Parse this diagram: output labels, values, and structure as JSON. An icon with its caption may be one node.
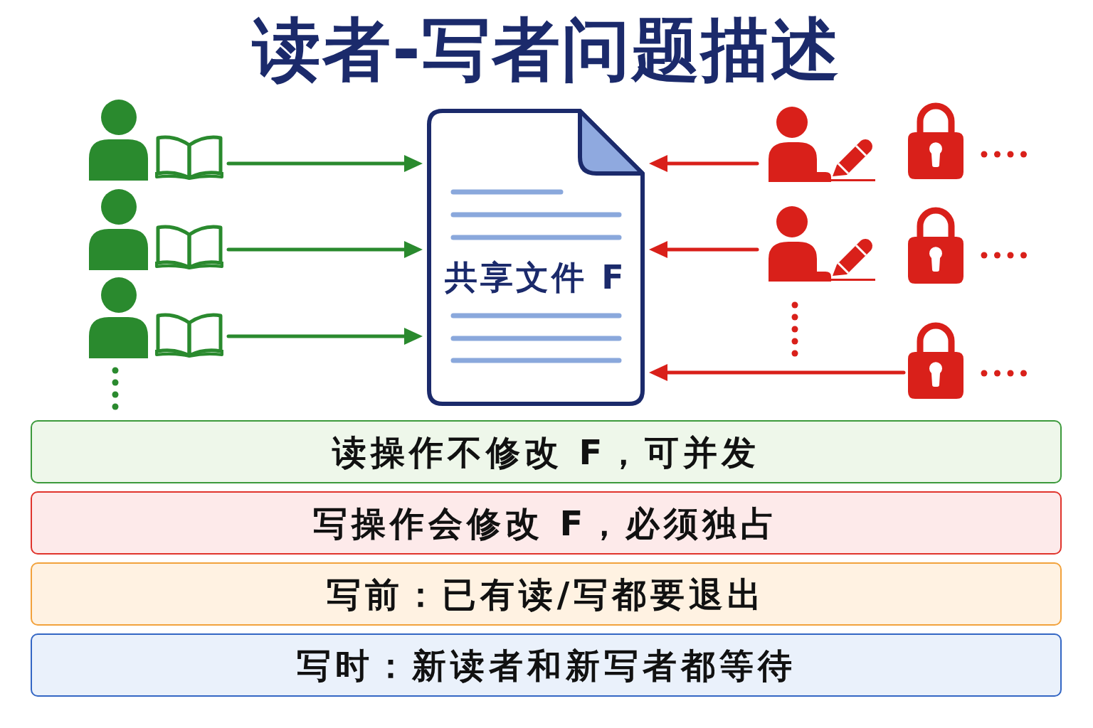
{
  "diagram": {
    "title": "读者-写者问题描述",
    "nodes": [
      {
        "text": [],
        "shape": "person"
      },
      {
        "text": [],
        "shape": "person"
      },
      {
        "text": [],
        "shape": "person"
      },
      {
        "text": [
          "共享文件 F"
        ]
      },
      {
        "text": [],
        "shape": "person"
      },
      {
        "text": [],
        "shape": "lock"
      },
      {
        "text": [],
        "shape": "person"
      },
      {
        "text": [],
        "shape": "lock"
      },
      {
        "text": [],
        "shape": "lock"
      },
      {
        "text": [
          "读操作不修改 F，可并发"
        ]
      },
      {
        "text": [
          "写操作会修改 F，必须独占"
        ]
      },
      {
        "text": [
          "写前：已有读/写都要退出"
        ]
      },
      {
        "text": [
          "写时：新读者和新写者都等待"
        ]
      }
    ],
    "edges": [
      {
        "from": 0,
        "to": 3,
        "arrow": "to",
        "color": "#2a8a2e"
      },
      {
        "from": 1,
        "to": 3,
        "arrow": "to",
        "color": "#2a8a2e"
      },
      {
        "from": 2,
        "to": 3,
        "arrow": "to",
        "color": "#2a8a2e"
      },
      {
        "from": 4,
        "to": 3,
        "arrow": "to",
        "color": "#d9201a"
      },
      {
        "from": 6,
        "to": 3,
        "arrow": "to",
        "color": "#d9201a"
      },
      {
        "from": 8,
        "to": 3,
        "arrow": "to",
        "color": "#d9201a"
      }
    ]
  }
}
